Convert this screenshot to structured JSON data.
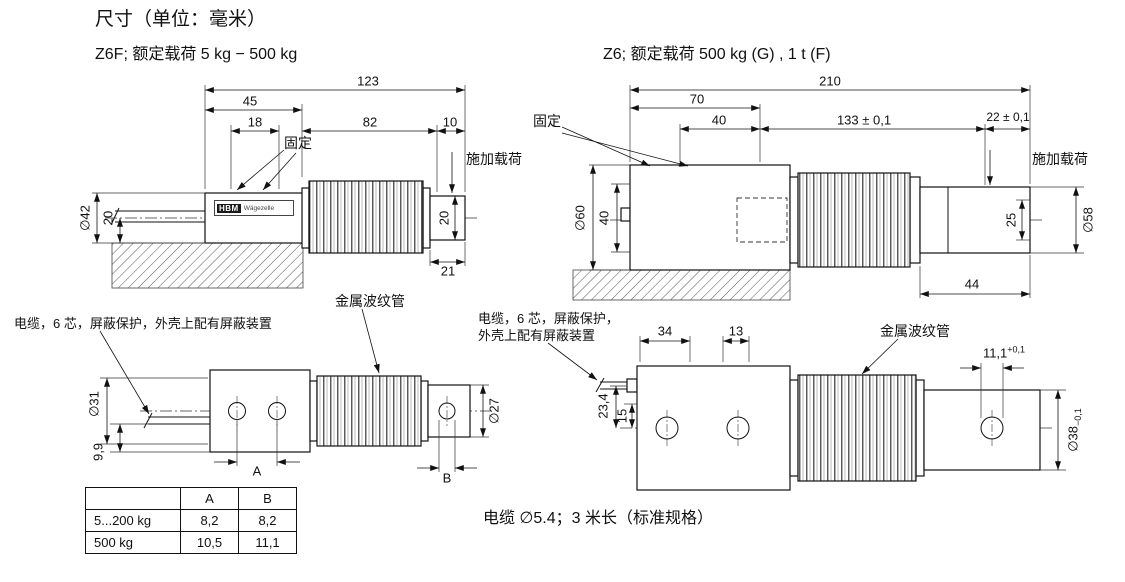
{
  "title": "尺寸（单位：毫米）",
  "footer": "电缆 ∅5.4；3 米长（标准规格）",
  "z6f": {
    "subtitle": "Z6F; 额定载荷 5 kg − 500 kg",
    "side": {
      "dim_overall": "123",
      "dim_45": "45",
      "dim_18": "18",
      "dim_82": "82",
      "dim_10": "10",
      "dim_21": "21",
      "dia_42": "∅42",
      "dim_20_left": "20",
      "dim_20_right": "20",
      "label_fixed": "固定",
      "label_load": "施加载荷",
      "logo": "HBM",
      "logo_caption": "Wägezelle"
    },
    "top": {
      "label_bellows": "金属波纹管",
      "label_cable": "电缆，6 芯，屏蔽保护，外壳上配有屏蔽装置",
      "dia_31": "∅31",
      "dim_9_9": "9,9",
      "dim_a": "A",
      "dim_b": "B",
      "dia_27": "∅27"
    },
    "table": {
      "col_a": "A",
      "col_b": "B",
      "rows": [
        {
          "range": "5...200 kg",
          "a": "8,2",
          "b": "8,2"
        },
        {
          "range": "500 kg",
          "a": "10,5",
          "b": "11,1"
        }
      ]
    }
  },
  "z6": {
    "subtitle": "Z6; 额定载荷 500 kg (G) , 1 t (F)",
    "side": {
      "dim_overall": "210",
      "dim_70": "70",
      "dim_40_top": "40",
      "dim_133": "133 ± 0,1",
      "dim_22": "22 ± 0,1",
      "dim_44": "44",
      "dim_25": "25",
      "dia_60": "∅60",
      "dim_40_side": "40",
      "dia_58": "∅58",
      "label_fixed": "固定",
      "label_load": "施加载荷"
    },
    "top": {
      "label_cable_line1": "电缆，6 芯，屏蔽保护，",
      "label_cable_line2": "外壳上配有屏蔽装置",
      "label_bellows": "金属波纹管",
      "dim_34": "34",
      "dim_13": "13",
      "dim_11_1": "11,1",
      "dim_11_1_tol": "+0,1",
      "dim_23_4": "23,4",
      "dim_15": "15",
      "dia_38": "∅38",
      "dia_38_tol": "−0,1"
    }
  }
}
